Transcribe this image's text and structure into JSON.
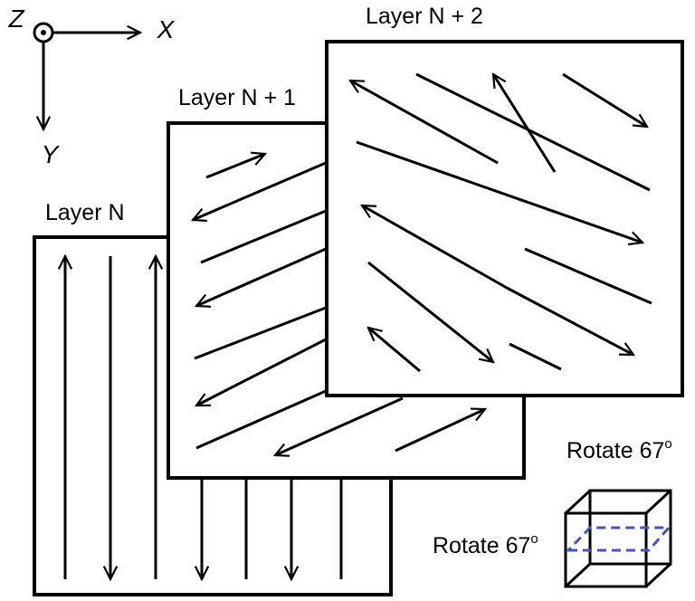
{
  "axes": {
    "z": "Z",
    "x": "X",
    "y": "Y"
  },
  "layers": [
    {
      "label": "Layer N"
    },
    {
      "label": "Layer N + 1"
    },
    {
      "label": "Layer N + 2"
    }
  ],
  "rotation_labels": [
    {
      "text": "Rotate 67",
      "sup": "o"
    },
    {
      "text": "Rotate 67",
      "sup": "o"
    }
  ],
  "colors": {
    "stroke": "#000000",
    "highlight": "#4a56a6"
  }
}
